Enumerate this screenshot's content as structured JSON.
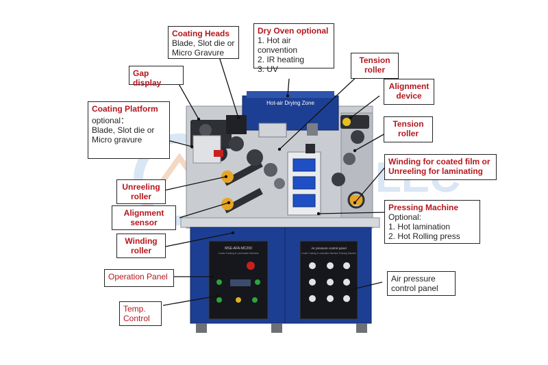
{
  "colors": {
    "label_title": "#b5161d",
    "cabinet_blue": "#1d3f93",
    "machine_steel": "#c9ccd1",
    "watermark": "#d9e6f4",
    "roller_gold": "#e7a424"
  },
  "watermark_text": "LEC",
  "machine": {
    "oven_sign": "Hot-air Drying Zone",
    "left_panel_title": "MSE-AFA-MC200",
    "left_panel_subtitle": "Coater Coating & Lamination Machine",
    "right_panel_title": "Air pressure control panel",
    "right_panel_subtitle": "Coater Coating & Lamination Machine Pressing Machine"
  },
  "labels": {
    "coating_heads": {
      "title": "Coating Heads",
      "sub": "Blade, Slot die or\nMicro Gravure"
    },
    "dry_oven": {
      "title": "Dry Oven optional",
      "sub": "1. Hot air convention\n2. IR heating\n3. UV"
    },
    "tension_roller_top": {
      "title": "Tension\nroller"
    },
    "gap_display": {
      "title": "Gap display"
    },
    "alignment_device": {
      "title": "Alignment\ndevice"
    },
    "coating_platform": {
      "title": "Coating Platform",
      "sub": "optional：\nBlade, Slot die or\nMicro gravure"
    },
    "tension_roller_right": {
      "title": "Tension\nroller"
    },
    "winding_coated": {
      "title": "Winding for coated film or\nUnreeling for laminating"
    },
    "unreeling_roller": {
      "title": "Unreeling\nroller"
    },
    "pressing_machine": {
      "title": "Pressing Machine",
      "sub": "Optional:\n1. Hot lamination\n2. Hot Rolling press"
    },
    "alignment_sensor": {
      "title": "Alignment\nsensor"
    },
    "winding_roller": {
      "title": "Winding\nroller"
    },
    "operation_panel": {
      "title": "Operation Panel"
    },
    "air_pressure": {
      "title": "Air pressure\ncontrol panel"
    },
    "temp_control": {
      "title": "Temp.\nControl"
    }
  }
}
